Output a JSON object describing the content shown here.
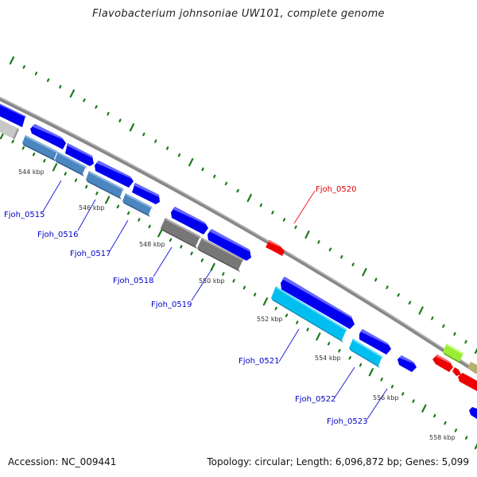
{
  "title": "Flavobacterium johnsoniae UW101, complete genome",
  "footer": {
    "accession": "Accession: NC_009441",
    "summary": "Topology: circular; Length: 6,096,872 bp; Genes: 5,099"
  },
  "colors": {
    "backbone": "#888888",
    "ticks": "#1a7a1a",
    "label_blue": "#0000cc",
    "label_red": "#dd0000",
    "gene_blue": "#0000ee",
    "gene_steel": "#4a86c0",
    "gene_gray": "#777777",
    "gene_lightgray": "#c8c8c8",
    "gene_cyan": "#00bff0",
    "gene_red": "#ee0000",
    "gene_lime": "#99ee33",
    "gene_khaki": "#b8b070"
  },
  "scale_labels": [
    "544 kbp",
    "546 kbp",
    "548 kbp",
    "550 kbp",
    "552 kbp",
    "554 kbp",
    "556 kbp",
    "558 kbp"
  ],
  "gene_labels": [
    {
      "id": "Fjoh_0515",
      "color": "blue"
    },
    {
      "id": "Fjoh_0516",
      "color": "blue"
    },
    {
      "id": "Fjoh_0517",
      "color": "blue"
    },
    {
      "id": "Fjoh_0518",
      "color": "blue"
    },
    {
      "id": "Fjoh_0519",
      "color": "blue"
    },
    {
      "id": "Fjoh_0520",
      "color": "red"
    },
    {
      "id": "Fjoh_0521",
      "color": "blue"
    },
    {
      "id": "Fjoh_0522",
      "color": "blue"
    },
    {
      "id": "Fjoh_0523",
      "color": "blue"
    }
  ]
}
